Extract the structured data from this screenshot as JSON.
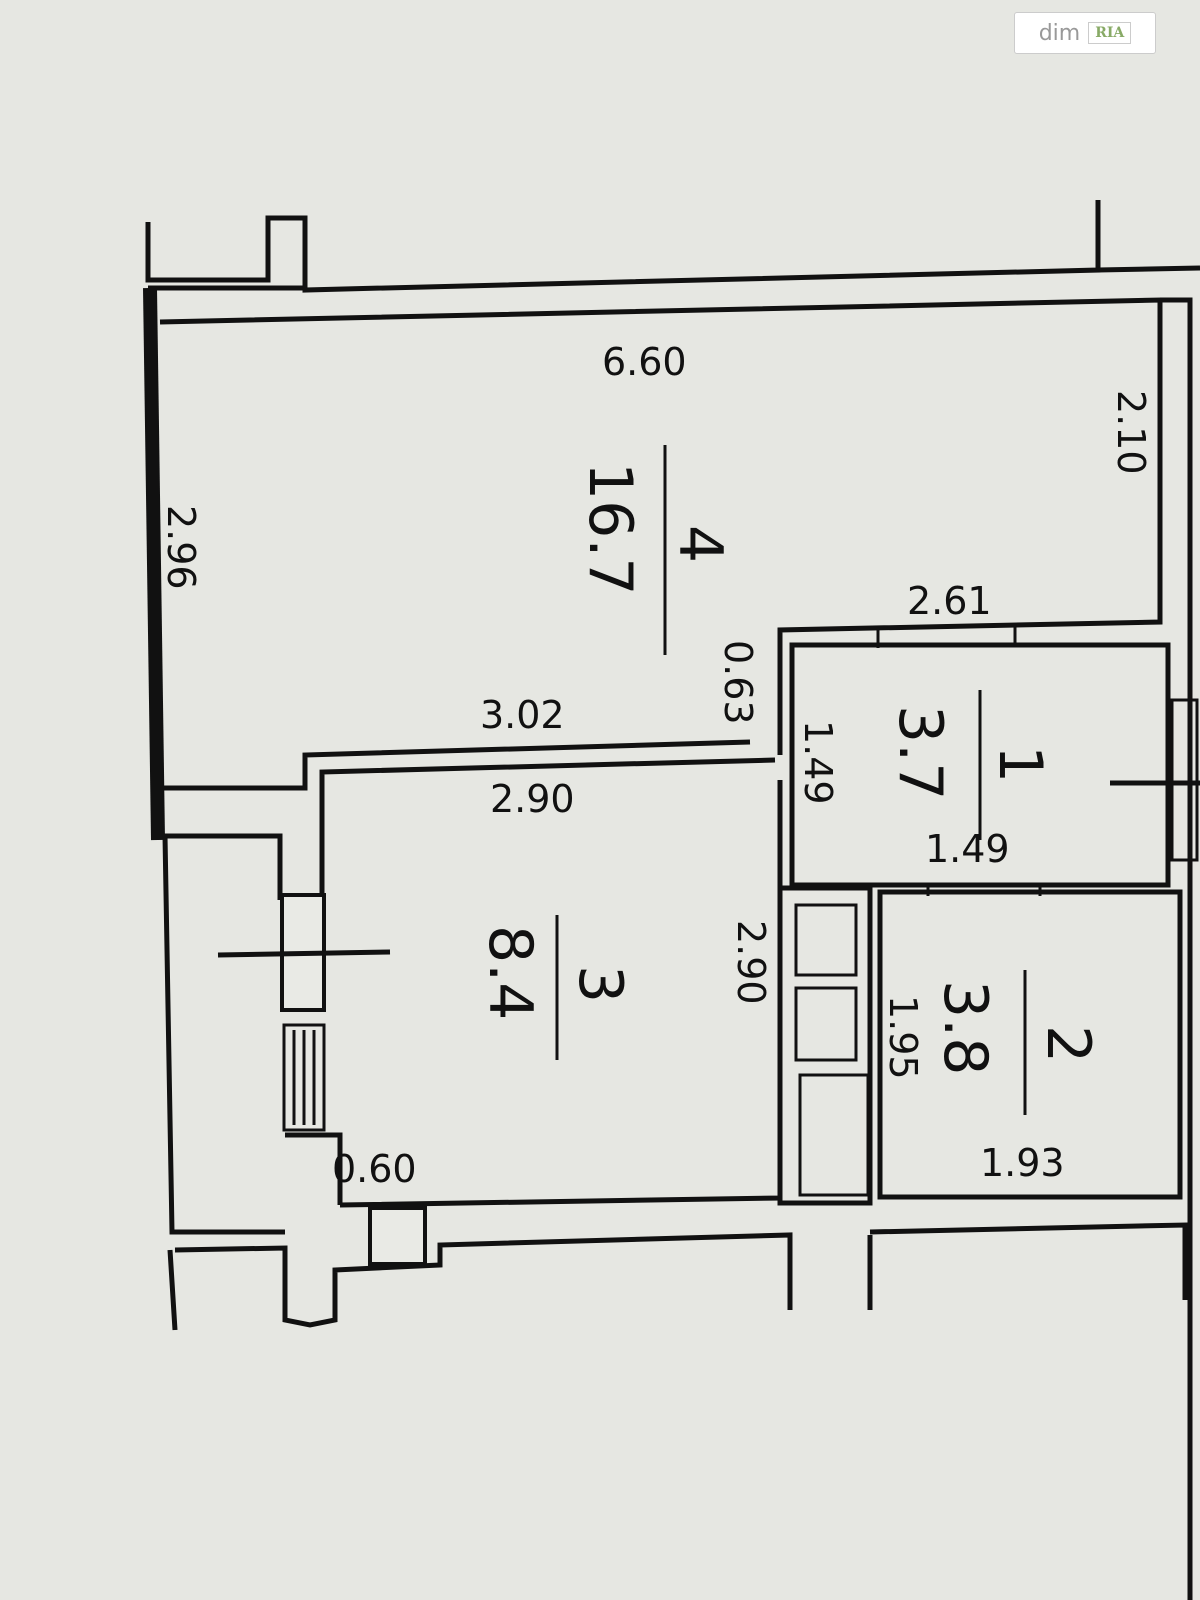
{
  "watermark": {
    "text": "dim",
    "badge": "RIA"
  },
  "rooms": [
    {
      "number": "4",
      "area": "16.7"
    },
    {
      "number": "1",
      "area": "3.7"
    },
    {
      "number": "3",
      "area": "8.4"
    },
    {
      "number": "2",
      "area": "3.8"
    }
  ],
  "dimensions": {
    "d_660": "6.60",
    "d_210": "2.10",
    "d_296": "2.96",
    "d_261": "2.61",
    "d_063": "0.63",
    "d_302": "3.02",
    "d_149_left": "1.49",
    "d_149_bottom": "1.49",
    "d_290_top": "2.90",
    "d_290_side": "2.90",
    "d_195": "1.95",
    "d_193": "1.93",
    "d_060": "0.60"
  }
}
